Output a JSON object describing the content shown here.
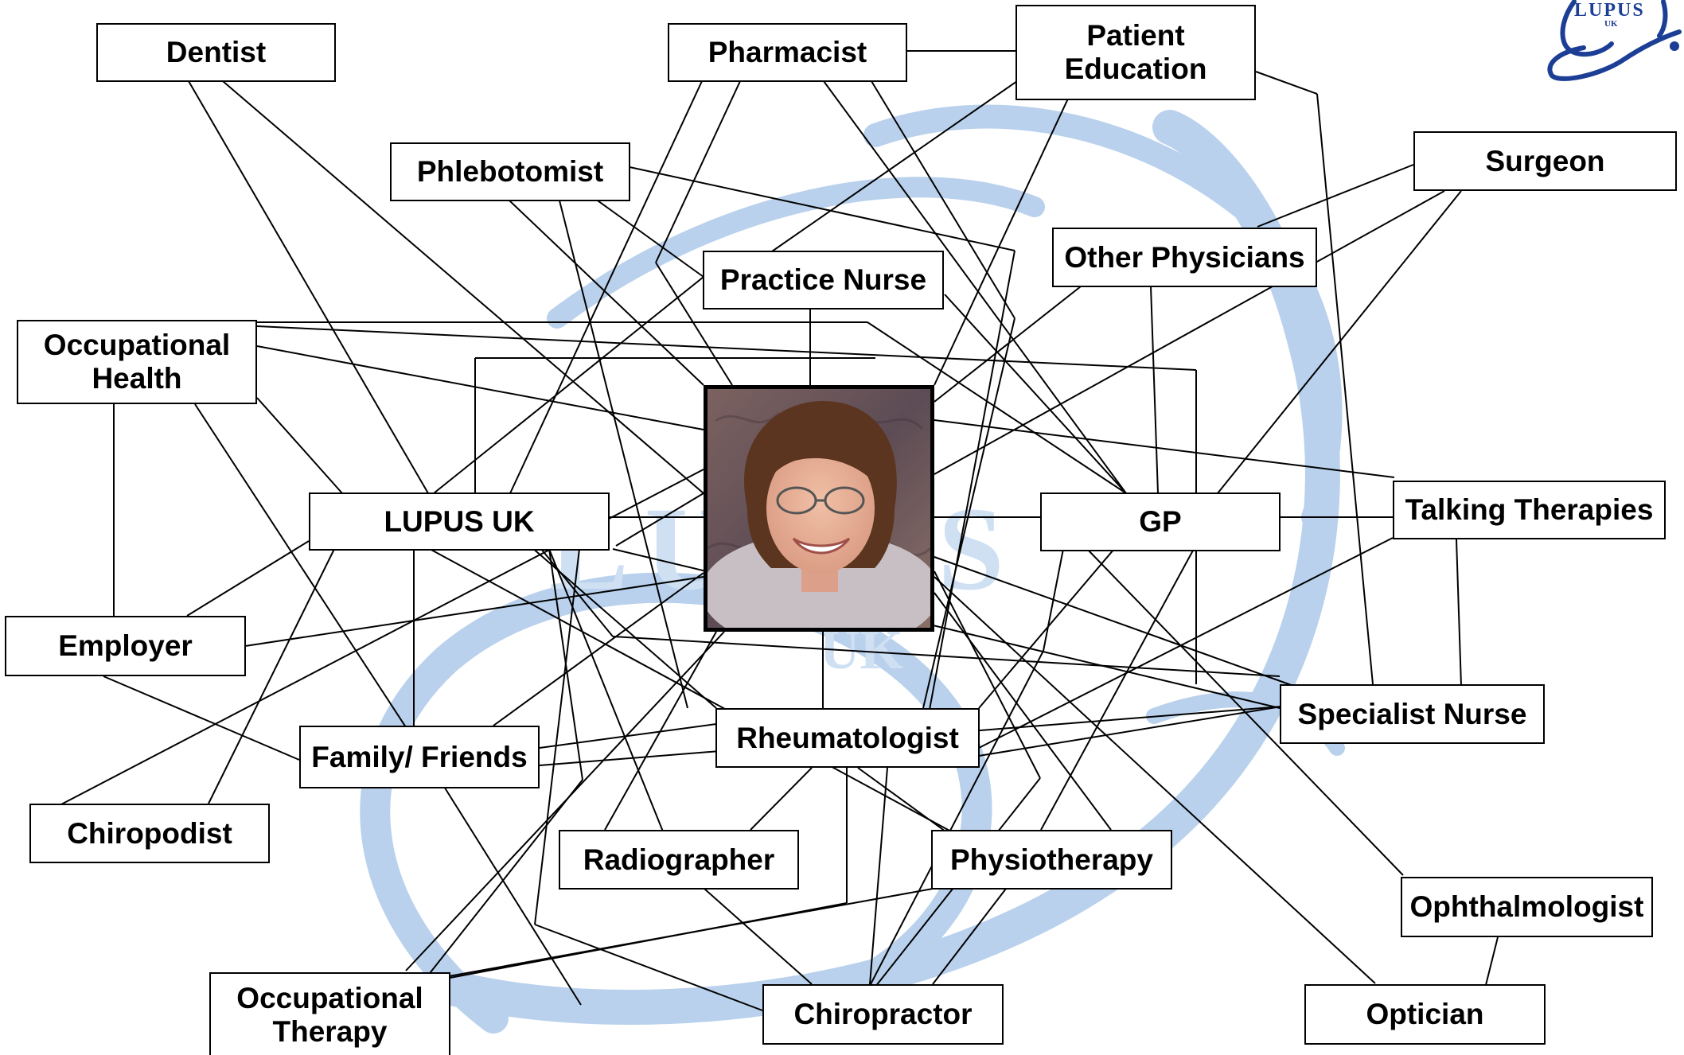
{
  "colors": {
    "line": "#000000",
    "watermark": "#b9d1ec",
    "logo_blue": "#1c3e95"
  },
  "logo": {
    "title": "LUPUS",
    "sub": "UK"
  },
  "photo": {
    "description_icon": "portrait-photo"
  },
  "nodes": {
    "dentist": "Dentist",
    "pharmacist": "Pharmacist",
    "patient_education": "Patient\nEducation",
    "surgeon": "Surgeon",
    "phlebotomist": "Phlebotomist",
    "practice_nurse": "Practice Nurse",
    "other_physicians": "Other Physicians",
    "occupational_health": "Occupational\nHealth",
    "lupus_uk": "LUPUS UK",
    "gp": "GP",
    "talking_therapies": "Talking Therapies",
    "employer": "Employer",
    "specialist_nurse": "Specialist Nurse",
    "family_friends": "Family/ Friends",
    "rheumatologist": "Rheumatologist",
    "chiropodist": "Chiropodist",
    "radiographer": "Radiographer",
    "physiotherapy": "Physiotherapy",
    "ophthalmologist": "Ophthalmologist",
    "occupational_therapy": "Occupational\nTherapy",
    "chiropractor": "Chiropractor",
    "optician": "Optician"
  }
}
